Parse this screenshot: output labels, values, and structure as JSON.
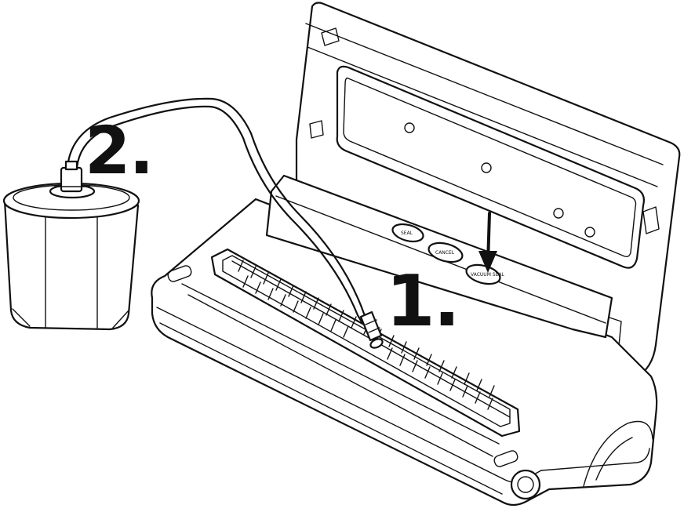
{
  "labels": {
    "step_1": "1.",
    "step_2": "2."
  },
  "buttons": {
    "seal": "SEAL",
    "cancel": "CANCEL",
    "vacuum": "VACUUM SEAL"
  },
  "colors": {
    "line": "#111111",
    "background": "#ffffff"
  }
}
